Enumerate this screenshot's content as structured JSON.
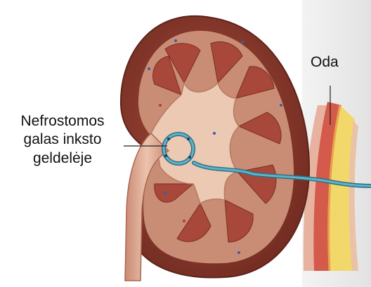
{
  "labels": {
    "nephrostomy_line1": "Nefrostomos",
    "nephrostomy_line2": "galas inksto",
    "nephrostomy_line3": "geldelėje",
    "skin": "Oda"
  },
  "colors": {
    "kidney_outer": "#8e3a2c",
    "kidney_inner": "#d9a58e",
    "pyramid": "#a8483a",
    "tube": "#3f8fa6",
    "skin_fat": "#f2d86a",
    "skin_dermis": "#e9b99c"
  }
}
